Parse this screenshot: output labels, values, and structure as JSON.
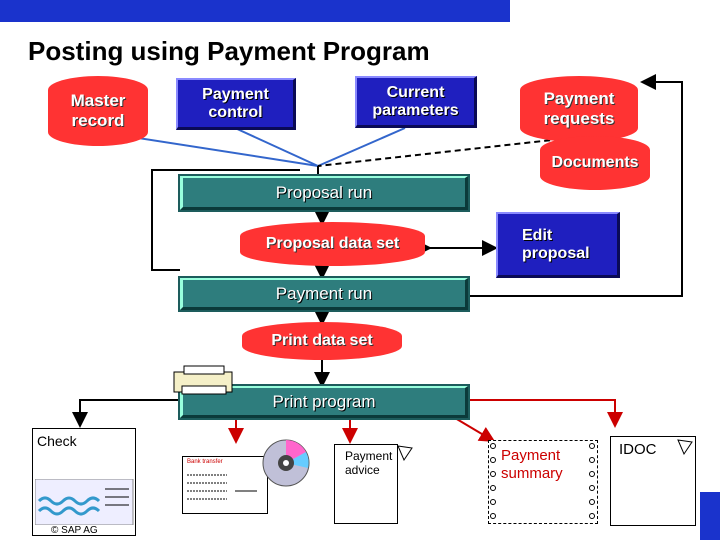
{
  "title": "Posting using Payment Program",
  "nodes": {
    "master_record": "Master record",
    "payment_control": "Payment control",
    "current_parameters": "Current parameters",
    "payment_requests": "Payment requests",
    "documents": "Documents",
    "proposal_run": "Proposal run",
    "proposal_data_set": "Proposal data set",
    "edit_proposal": "Edit proposal",
    "payment_run": "Payment run",
    "print_data_set": "Print data set",
    "print_program": "Print program"
  },
  "outputs": {
    "check": "Check",
    "bank_transfer": "Bank transfer",
    "payment_advice": "Payment advice",
    "payment_summary": "Payment summary",
    "idoc": "IDOC"
  },
  "footer": "© SAP AG",
  "colors": {
    "cylinder": "#ff3333",
    "process_bar": "#2e7d7d",
    "box": "#1f1fbf",
    "arrow_red": "#cc0000",
    "line_blue": "#3366cc"
  }
}
